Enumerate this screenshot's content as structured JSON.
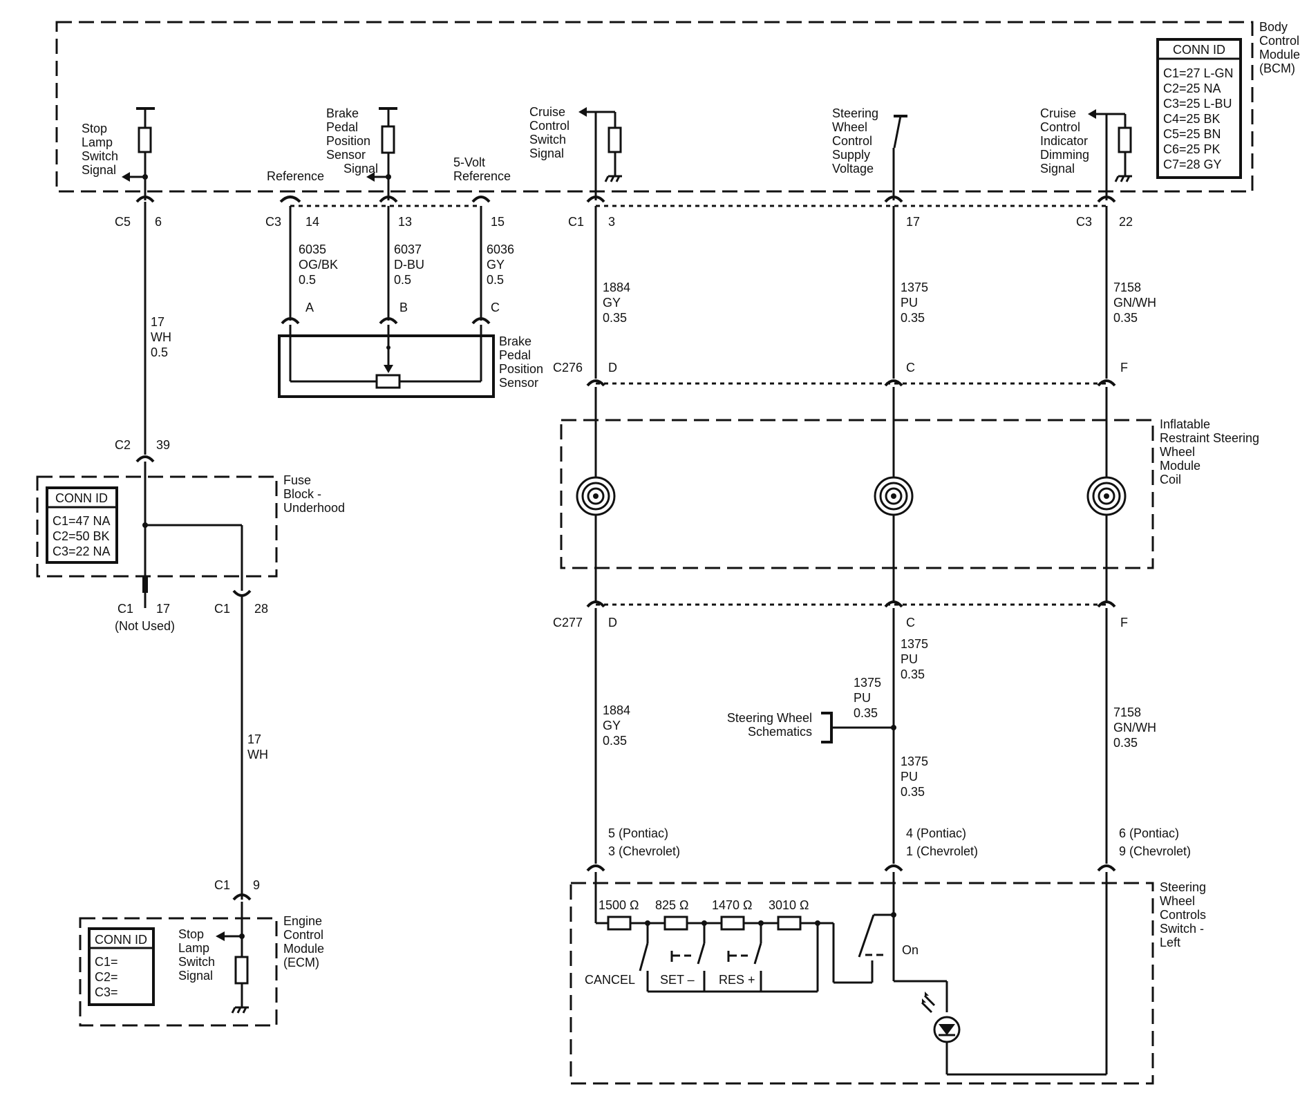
{
  "bcm": {
    "name": "Body Control Module (BCM)",
    "conn": {
      "title": "CONN ID",
      "lines": [
        "C1=27 L-GN",
        "C2=25 NA",
        "C3=25 L-BU",
        "C4=25 BK",
        "C5=25 BN",
        "C6=25 PK",
        "C7=28 GY"
      ]
    }
  },
  "fuse": {
    "name": "Fuse Block - Underhood",
    "conn": {
      "title": "CONN ID",
      "lines": [
        "C1=47 NA",
        "C2=50 BK",
        "C3=22 NA"
      ]
    }
  },
  "ecm": {
    "name": "Engine Control Module (ECM)",
    "conn": {
      "title": "CONN ID",
      "lines": [
        "C1=",
        "C2=",
        "C3="
      ]
    }
  },
  "signals": {
    "stop_lamp": "Stop Lamp Switch Signal",
    "bpp_signal": "Brake Pedal Position Sensor Signal",
    "reference": "Reference",
    "five_volt": "5-Volt Reference",
    "cruise_switch": "Cruise Control Switch Signal",
    "sw_supply": "Steering Wheel Control Supply Voltage",
    "cruise_dim": "Cruise Control Indicator Dimming Signal",
    "ecm_stop_lamp": "Stop Lamp Switch Signal"
  },
  "components": {
    "bpp_sensor": "Brake Pedal Position Sensor",
    "coil": "Inflatable Restraint Steering Wheel Module Coil",
    "sw_controls": "Steering Wheel Controls Switch - Left",
    "sw_schematics": "Steering Wheel Schematics"
  },
  "pins": {
    "c5": "C5",
    "p6": "6",
    "c3a": "C3",
    "p14": "14",
    "p13": "13",
    "p15": "15",
    "c1": "C1",
    "p3": "3",
    "p17": "17",
    "c3b": "C3",
    "p22": "22",
    "c2": "C2",
    "p39": "39",
    "c1_fuse": "C1",
    "p17_fuse": "17",
    "not_used": "(Not Used)",
    "c1_fuse2": "C1",
    "p28": "28",
    "c1_ecm": "C1",
    "p9": "9",
    "a": "A",
    "b": "B",
    "c": "C",
    "c276": "C276",
    "d1": "D",
    "c1p": "C",
    "f1": "F",
    "c277": "C277",
    "d2": "D",
    "c2p": "C",
    "f2": "F",
    "p5": "5 (Pontiac)",
    "p3c": "3 (Chevrolet)",
    "p4": "4 (Pontiac)",
    "p1c": "1 (Chevrolet)",
    "p6p": "6 (Pontiac)",
    "p9c": "9 (Chevrolet)"
  },
  "wires": {
    "w6035": [
      "6035",
      "OG/BK",
      "0.5"
    ],
    "w6037": [
      "6037",
      "D-BU",
      "0.5"
    ],
    "w6036": [
      "6036",
      "GY",
      "0.5"
    ],
    "w17a": [
      "17",
      "WH",
      "0.5"
    ],
    "w17b": [
      "17",
      "WH"
    ],
    "w1884a": [
      "1884",
      "GY",
      "0.35"
    ],
    "w1375a": [
      "1375",
      "PU",
      "0.35"
    ],
    "w7158a": [
      "7158",
      "GN/WH",
      "0.35"
    ],
    "w1884b": [
      "1884",
      "GY",
      "0.35"
    ],
    "w1375b": [
      "1375",
      "PU",
      "0.35"
    ],
    "w1375c": [
      "1375",
      "PU",
      "0.35"
    ],
    "w1375d": [
      "1375",
      "PU",
      "0.35"
    ],
    "w7158b": [
      "7158",
      "GN/WH",
      "0.35"
    ]
  },
  "switch": {
    "r1": "1500 Ω",
    "r2": "825 Ω",
    "r3": "1470 Ω",
    "r4": "3010 Ω",
    "cancel": "CANCEL",
    "set": "SET –",
    "res": "RES +",
    "on": "On"
  }
}
